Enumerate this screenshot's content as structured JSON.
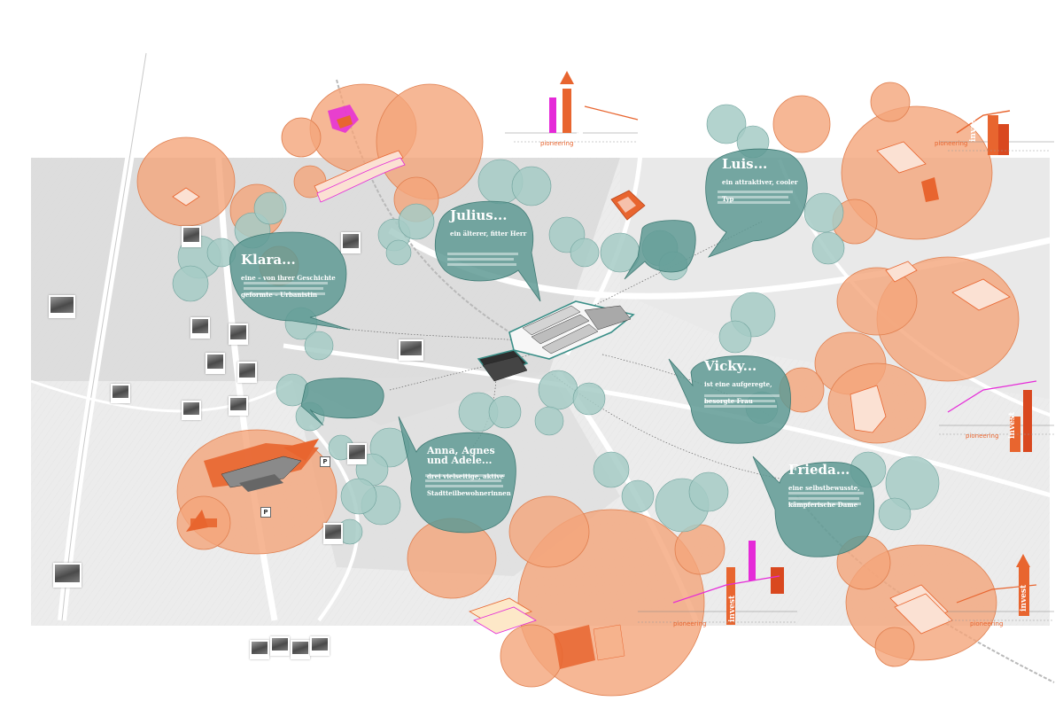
{
  "personas": [
    {
      "name": "Julius...",
      "subtitle": "ein älterer, fitter Herr"
    },
    {
      "name": "Klara...",
      "subtitle": "eine – von ihrer Geschichte geformte – Urbanistin"
    },
    {
      "name": "Luis...",
      "subtitle": "ein attraktiver, cooler Typ"
    },
    {
      "name": "Vicky...",
      "subtitle": "ist eine aufgeregte, besorgte Frau"
    },
    {
      "name": "Anna, Agnes und Adele...",
      "subtitle": "drei vielseitige, aktive Stadtteilbewohnerinnen"
    },
    {
      "name": "Frieda...",
      "subtitle": "eine selbstbewusste, kämpferische Dame"
    }
  ],
  "diagram_labels": {
    "pioneering": "pioneering",
    "invest": "invest",
    "parking": "P"
  },
  "colors": {
    "teal": "#5f9a94",
    "teal_light": "#9cc5bf",
    "orange": "#f3a57b",
    "orange_dark": "#e8652f",
    "magenta": "#e52ad8",
    "red": "#d9481f",
    "map_gray": "#dcdcdc"
  }
}
